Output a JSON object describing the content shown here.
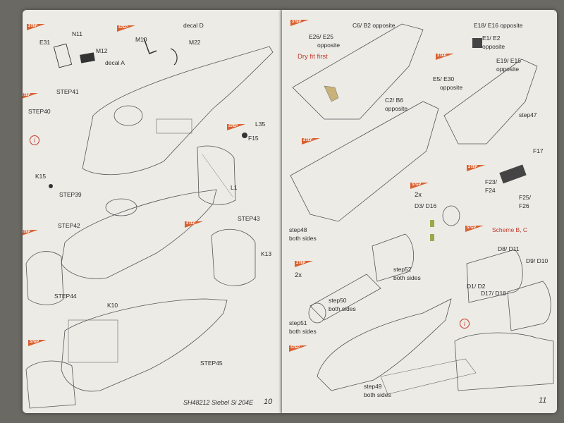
{
  "left_page": {
    "labels": {
      "e31": "E31",
      "n11": "N11",
      "m12": "M12",
      "decal_a": "decal A",
      "m10": "M10",
      "decal_d": "decal D",
      "m22": "M22",
      "step41": "STEP41",
      "step40": "STEP40",
      "k15": "K15",
      "step39": "STEP39",
      "l35": "L35",
      "f15": "F15",
      "l1": "L1",
      "step42": "STEP42",
      "step43": "STEP43",
      "k13": "K13",
      "step44": "STEP44",
      "k10": "K10",
      "step45": "STEP45"
    },
    "footer": "SH48212  Siebel Si 204E",
    "page_number": "10"
  },
  "right_page": {
    "labels": {
      "e26_e25": "E26/ E25",
      "opposite_1": "opposite",
      "c6_b2": "C6/ B2 opposite",
      "dry_fit": "Dry fit first",
      "e18_e16": "E18/ E16 opposite",
      "e1_e2": "E1/ E2",
      "opposite_2": "opposite",
      "e19_e15": "E19/ E15",
      "opposite_3": "opposite",
      "e5_e30": "E5/ E30",
      "opposite_4": "opposite",
      "c2_b6": "C2/ B6",
      "opposite_5": "opposite",
      "step47": "step47",
      "f17": "F17",
      "f23": "F23/",
      "f24": "F24",
      "two_x_1": "2x",
      "d3_d16": "D3/ D16",
      "f25": "F25/",
      "f26": "F26",
      "scheme": "Scheme B, C",
      "step48": "step48",
      "both_sides_1": "both sides",
      "d8_d11": "D8/ D11",
      "d9_d10": "D9/ D10",
      "two_x_2": "2x",
      "step52": "step52",
      "both_sides_2": "both sides",
      "d1_d2": "D1/ D2",
      "d17_d18": "D17/ D18",
      "step50": "step50",
      "both_sides_3": "both sides",
      "step51": "step51",
      "both_sides_4": "both sides",
      "step49": "step49",
      "both_sides_5": "both sides"
    },
    "page_number": "11"
  },
  "colors": {
    "accent": "#d9602f",
    "warning_red": "#c0392b",
    "paper": "#ecebe6",
    "ink": "#2c2c2c"
  }
}
